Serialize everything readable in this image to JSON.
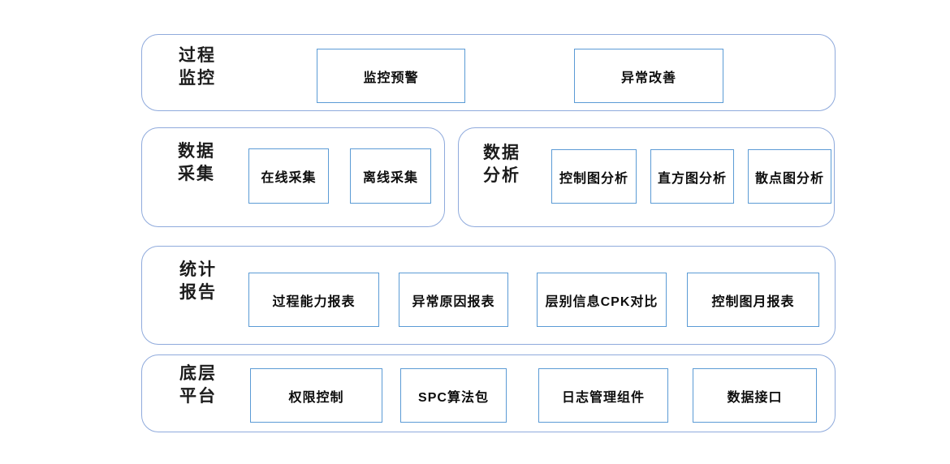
{
  "colors": {
    "background": "#ffffff",
    "container_border": "#8faadc",
    "box_border": "#5b9bd5",
    "text": "#0d0d0d"
  },
  "sections": [
    {
      "name": "process-monitoring",
      "label_lines": [
        "过程",
        "监控"
      ],
      "boxes": [
        "监控预警",
        "异常改善"
      ]
    },
    {
      "name": "data-collection",
      "label_lines": [
        "数据",
        "采集"
      ],
      "boxes": [
        "在线采集",
        "离线采集"
      ]
    },
    {
      "name": "data-analysis",
      "label_lines": [
        "数据",
        "分析"
      ],
      "boxes": [
        "控制图分析",
        "直方图分析",
        "散点图分析"
      ]
    },
    {
      "name": "statistical-reports",
      "label_lines": [
        "统计",
        "报告"
      ],
      "boxes": [
        "过程能力报表",
        "异常原因报表",
        "层别信息CPK对比",
        "控制图月报表"
      ]
    },
    {
      "name": "base-platform",
      "label_lines": [
        "底层",
        "平台"
      ],
      "boxes": [
        "权限控制",
        "SPC算法包",
        "日志管理组件",
        "数据接口"
      ]
    }
  ]
}
